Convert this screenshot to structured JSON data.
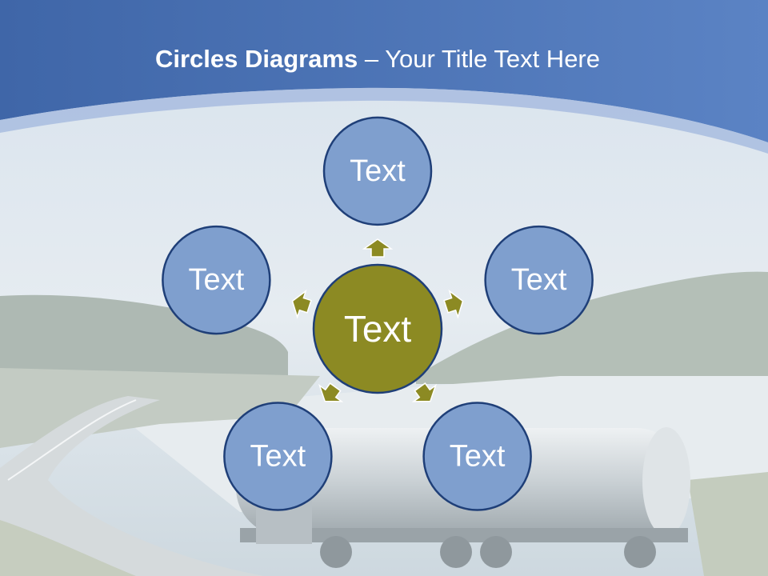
{
  "title": {
    "bold": "Circles Diagrams",
    "rest": " – Your Title Text Here"
  },
  "diagram": {
    "center": {
      "label": "Text",
      "color": "#8c8a23"
    },
    "satellites": [
      {
        "label": "Text"
      },
      {
        "label": "Text"
      },
      {
        "label": "Text"
      },
      {
        "label": "Text"
      },
      {
        "label": "Text"
      }
    ],
    "satellite_color": "#7f9fce",
    "border_color": "#1f3f78",
    "arrow_color": "#8c8a23"
  },
  "colors": {
    "header": "#4c73b4",
    "sky": "#dfe7ef"
  }
}
